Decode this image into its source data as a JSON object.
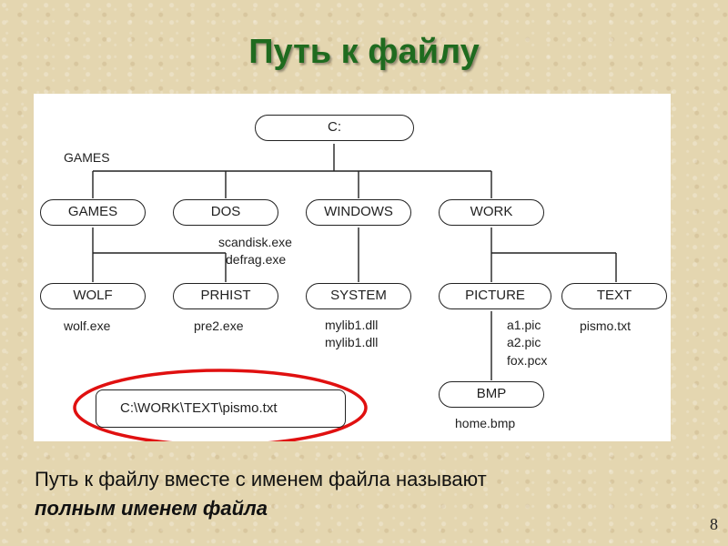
{
  "title": "Путь к файлу",
  "tree": {
    "root": "C:",
    "games_label": "GAMES",
    "games": "GAMES",
    "dos": "DOS",
    "windows": "WINDOWS",
    "work": "WORK",
    "dos_files": [
      "scandisk.exe",
      "defrag.exe"
    ],
    "wolf": "WOLF",
    "prhist": "PRHIST",
    "system": "SYSTEM",
    "picture": "PICTURE",
    "text": "TEXT",
    "wolf_files": [
      "wolf.exe"
    ],
    "prhist_files": [
      "pre2.exe"
    ],
    "system_files": [
      "mylib1.dll",
      "mylib1.dll"
    ],
    "picture_files": [
      "a1.pic",
      "a2.pic",
      "fox.pcx"
    ],
    "text_files": [
      "pismo.txt"
    ],
    "bmp": "BMP",
    "bmp_files": [
      "home.bmp"
    ],
    "full_path": "C:\\WORK\\TEXT\\pismo.txt"
  },
  "caption": {
    "line1": "Путь к файлу вместе с именем файла называют",
    "line2": "полным именем файла"
  },
  "page_number": "8",
  "colors": {
    "title": "#1f6b1f",
    "highlight": "#e01010"
  }
}
